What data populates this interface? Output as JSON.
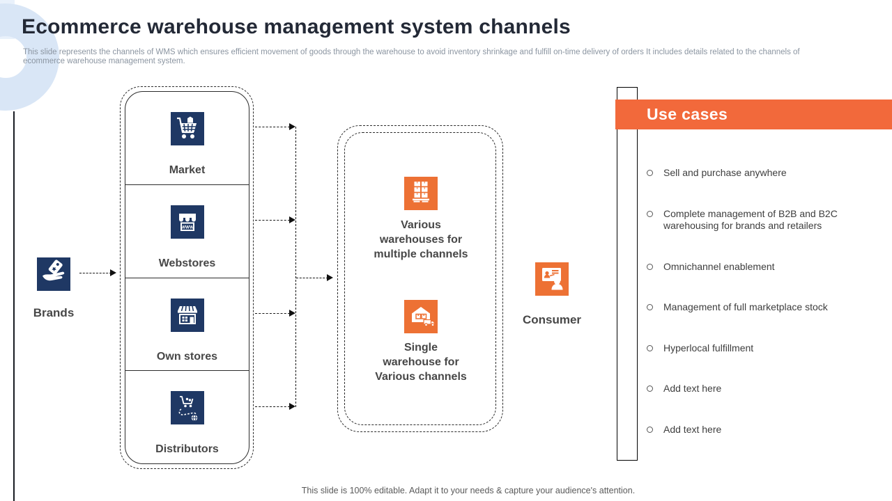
{
  "slide": {
    "title": "Ecommerce warehouse management system channels",
    "subtitle": "This slide represents the channels of WMS which ensures efficient movement of goods through the warehouse to avoid inventory shrinkage and fulfill on-time delivery of orders It includes details related to the channels of ecommerce warehouse management system.",
    "footer": "This slide is 100% editable. Adapt it to your needs & capture your audience's attention."
  },
  "colors": {
    "navy": "#1F3864",
    "icon_orange": "#ED7134",
    "banner_orange": "#F2693B",
    "ring_blue": "#d9e6f6",
    "label_gray": "#474747"
  },
  "flow": {
    "source": {
      "label": "Brands",
      "icon": "tag-hand-icon"
    },
    "channels": [
      {
        "label": "Market",
        "icon": "shopping-cart-icon"
      },
      {
        "label": "Webstores",
        "icon": "webstore-awning-icon"
      },
      {
        "label": "Own stores",
        "icon": "storefront-icon"
      },
      {
        "label": "Distributors",
        "icon": "cart-globe-icon"
      }
    ],
    "warehouses": [
      {
        "label": "Various\nwarehouses for\nmultiple channels",
        "icon": "warehouse-shelves-icon"
      },
      {
        "label": "Single\nwarehouse for\nVarious channels",
        "icon": "warehouse-truck-icon"
      }
    ],
    "destination": {
      "label": "Consumer",
      "icon": "consumer-screen-icon"
    }
  },
  "use_cases": {
    "title": "Use cases",
    "items": [
      "Sell and purchase anywhere",
      "Complete management of B2B and B2C warehousing for brands and retailers",
      "Omnichannel enablement",
      "Management of full marketplace stock",
      "Hyperlocal fulfillment",
      "Add text here",
      "Add text here"
    ]
  }
}
